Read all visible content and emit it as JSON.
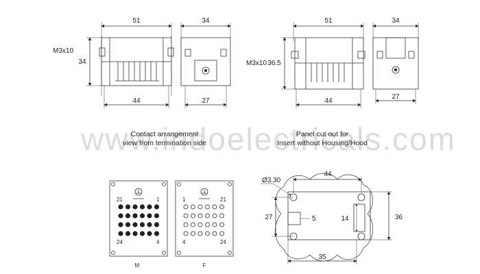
{
  "drawing": {
    "male": {
      "front": {
        "width_label": "51",
        "height_label": "34",
        "screw_label": "M3x10",
        "bottom_label": "44"
      },
      "side": {
        "width_label": "34",
        "bottom_label": "27"
      }
    },
    "female": {
      "front": {
        "width_label": "51",
        "height_label": "36.5",
        "screw_label": "M3x10",
        "bottom_label": "44"
      },
      "side": {
        "width_label": "34",
        "bottom_label": "27"
      }
    },
    "caption_left": {
      "line1": "Contact arrangement",
      "line2": "view from termination side"
    },
    "caption_right": {
      "line1": "Panel cut out for",
      "line2": "Insert without Housing/Hood"
    },
    "watermark": "www.indoelectricals.com",
    "face_male": {
      "label": "M",
      "pin_top_left": "21",
      "pin_top_right": "1",
      "pin_bottom_left": "24",
      "pin_bottom_right": "4"
    },
    "face_female": {
      "label": "F",
      "pin_top_left": "1",
      "pin_top_right": "21",
      "pin_bottom_left": "4",
      "pin_bottom_right": "24"
    },
    "cutout": {
      "top_label": "44",
      "hole_label": "Ø3.30",
      "left_label": "27",
      "slot_label": "5",
      "inner_label": "14",
      "right_label": "36",
      "bottom_label": "35"
    }
  }
}
